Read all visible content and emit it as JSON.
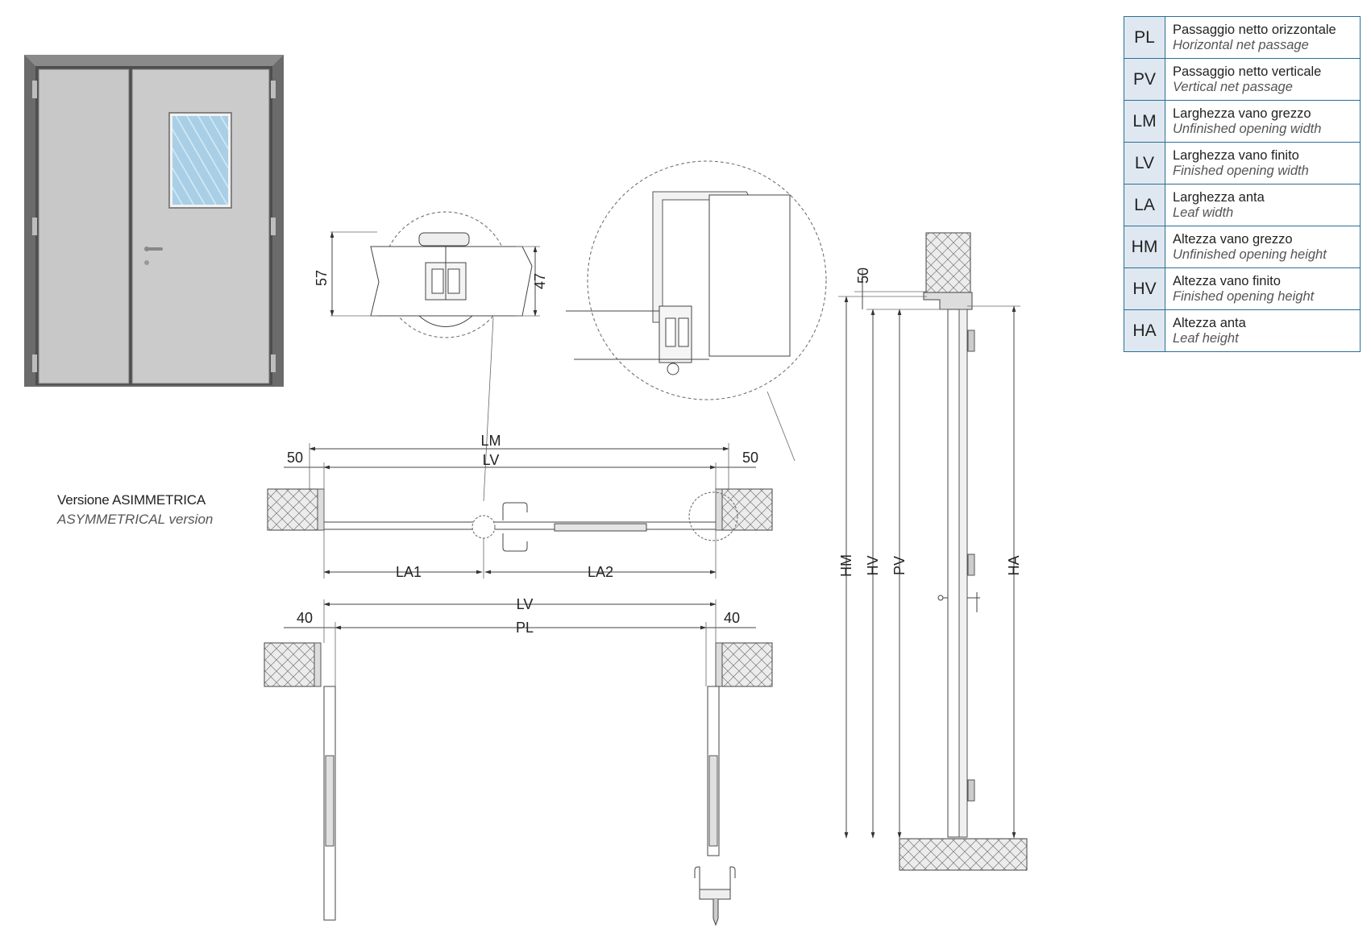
{
  "caption": {
    "italian": "Versione ASIMMETRICA",
    "english": "ASYMMETRICAL version"
  },
  "legend": [
    {
      "code": "PL",
      "it": "Passaggio netto orizzontale",
      "en": "Horizontal net passage"
    },
    {
      "code": "PV",
      "it": "Passaggio netto verticale",
      "en": "Vertical net passage"
    },
    {
      "code": "LM",
      "it": "Larghezza vano grezzo",
      "en": "Unfinished opening width"
    },
    {
      "code": "LV",
      "it": "Larghezza vano finito",
      "en": "Finished opening width"
    },
    {
      "code": "LA",
      "it": "Larghezza anta",
      "en": "Leaf width"
    },
    {
      "code": "HM",
      "it": "Altezza vano grezzo",
      "en": "Unfinished opening height"
    },
    {
      "code": "HV",
      "it": "Altezza vano finito",
      "en": "Finished opening height"
    },
    {
      "code": "HA",
      "it": "Altezza anta",
      "en": "Leaf height"
    }
  ],
  "dimensions": {
    "detail_left_57": "57",
    "detail_left_47": "47",
    "top_LM": "LM",
    "top_LV": "LV",
    "top_left_50": "50",
    "top_right_50": "50",
    "top_LA1": "LA1",
    "top_LA2": "LA2",
    "bottom_LV": "LV",
    "bottom_PL": "PL",
    "bottom_left_40": "40",
    "bottom_right_40": "40",
    "side_50": "50",
    "side_HM": "HM",
    "side_HV": "HV",
    "side_PV": "PV",
    "side_HA": "HA"
  },
  "colors": {
    "legend_border": "#2a6f97",
    "legend_code_bg": "#dfe8f1",
    "glass": "#a9cfe6",
    "frame": "#5a5a5a",
    "leaf": "#c9c9c9"
  }
}
